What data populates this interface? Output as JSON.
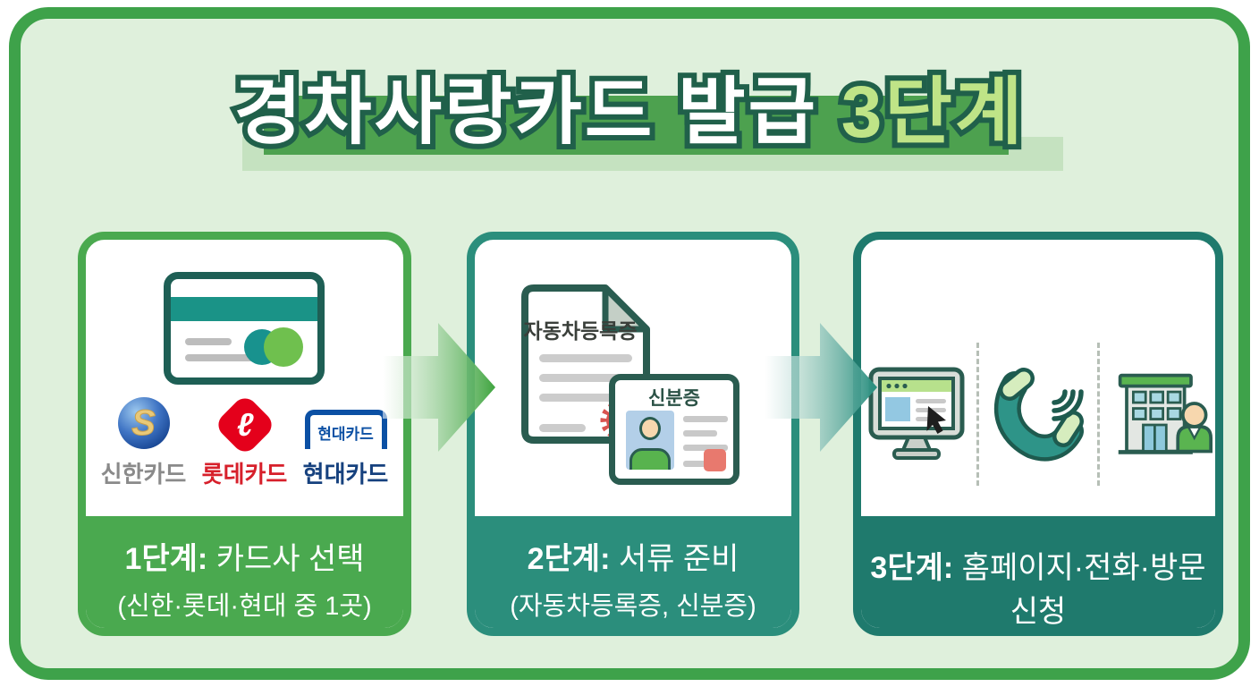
{
  "title": {
    "main": "경차사랑카드 발급 ",
    "highlight": "3단계"
  },
  "colors": {
    "frame_border": "#3ea24a",
    "frame_bg": "#dff0dc",
    "title_band": "#4da14f",
    "title_outline": "#20604a",
    "title_highlight_fill": "#bfe487",
    "step1_accent": "#4aa94f",
    "step2_accent": "#2b8e7c",
    "step3_accent": "#1f7a6d",
    "arrow1": "#3fa43f",
    "arrow2": "#258c7c"
  },
  "steps": [
    {
      "footer": {
        "strong": "1단계:",
        "rest": " 카드사 선택",
        "sub": "(신한·롯데·현대 중 1곳)"
      },
      "companies": [
        {
          "label": "신한카드",
          "glyph": "S"
        },
        {
          "label": "롯데카드",
          "glyph": "ℓ"
        },
        {
          "label": "현대카드",
          "frame_text": "현대카드"
        }
      ]
    },
    {
      "footer": {
        "strong": "2단계:",
        "rest": " 서류 준비",
        "sub": "(자동차등록증, 신분증)"
      },
      "document_title": "자동차등록증",
      "idcard_title": "신분증"
    },
    {
      "footer": {
        "strong": "3단계:",
        "rest": " 홈페이지·전화·방문 신청"
      },
      "channels": [
        "website",
        "phone",
        "visit"
      ]
    }
  ]
}
